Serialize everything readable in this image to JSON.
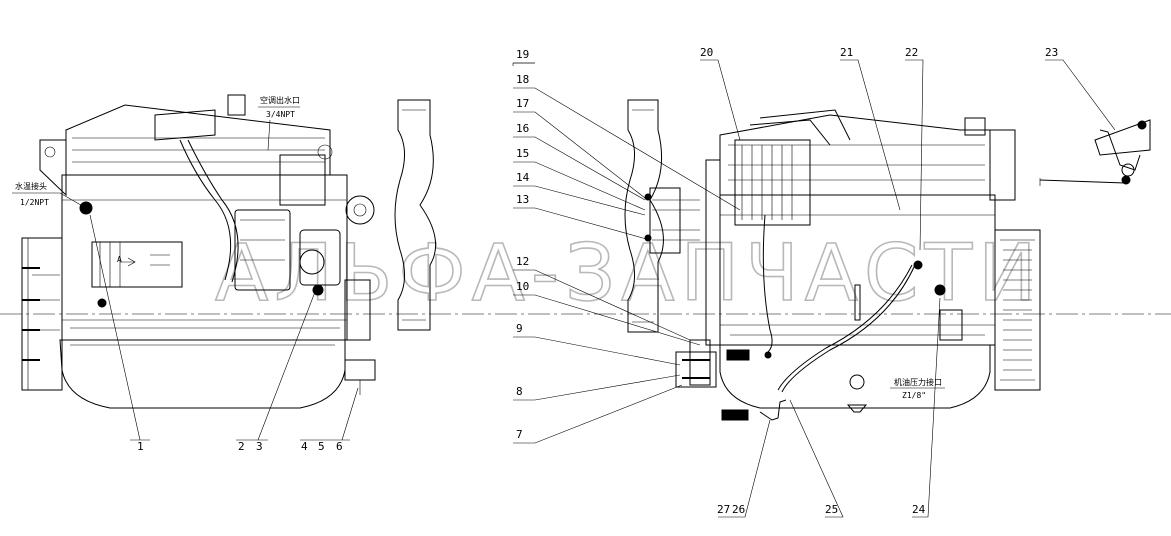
{
  "watermark": "АЛЬФА-ЗАПЧАСТИ",
  "left_view": {
    "notes": [
      {
        "id": "water-joint",
        "text": "水温接头",
        "sub": "1/2NPT"
      },
      {
        "id": "ac-outlet",
        "text": "空调出水口",
        "sub": "3/4NPT"
      }
    ],
    "callouts": [
      "1",
      "2",
      "3",
      "4",
      "5",
      "6"
    ]
  },
  "right_view": {
    "notes": [
      {
        "id": "oil-pressure-port",
        "text": "机油压力接口",
        "sub": "Z1/8\""
      }
    ],
    "callouts": [
      "7",
      "8",
      "9",
      "10",
      "12",
      "13",
      "14",
      "15",
      "16",
      "17",
      "18",
      "19",
      "20",
      "21",
      "22",
      "23",
      "24",
      "25",
      "26",
      "27"
    ]
  }
}
